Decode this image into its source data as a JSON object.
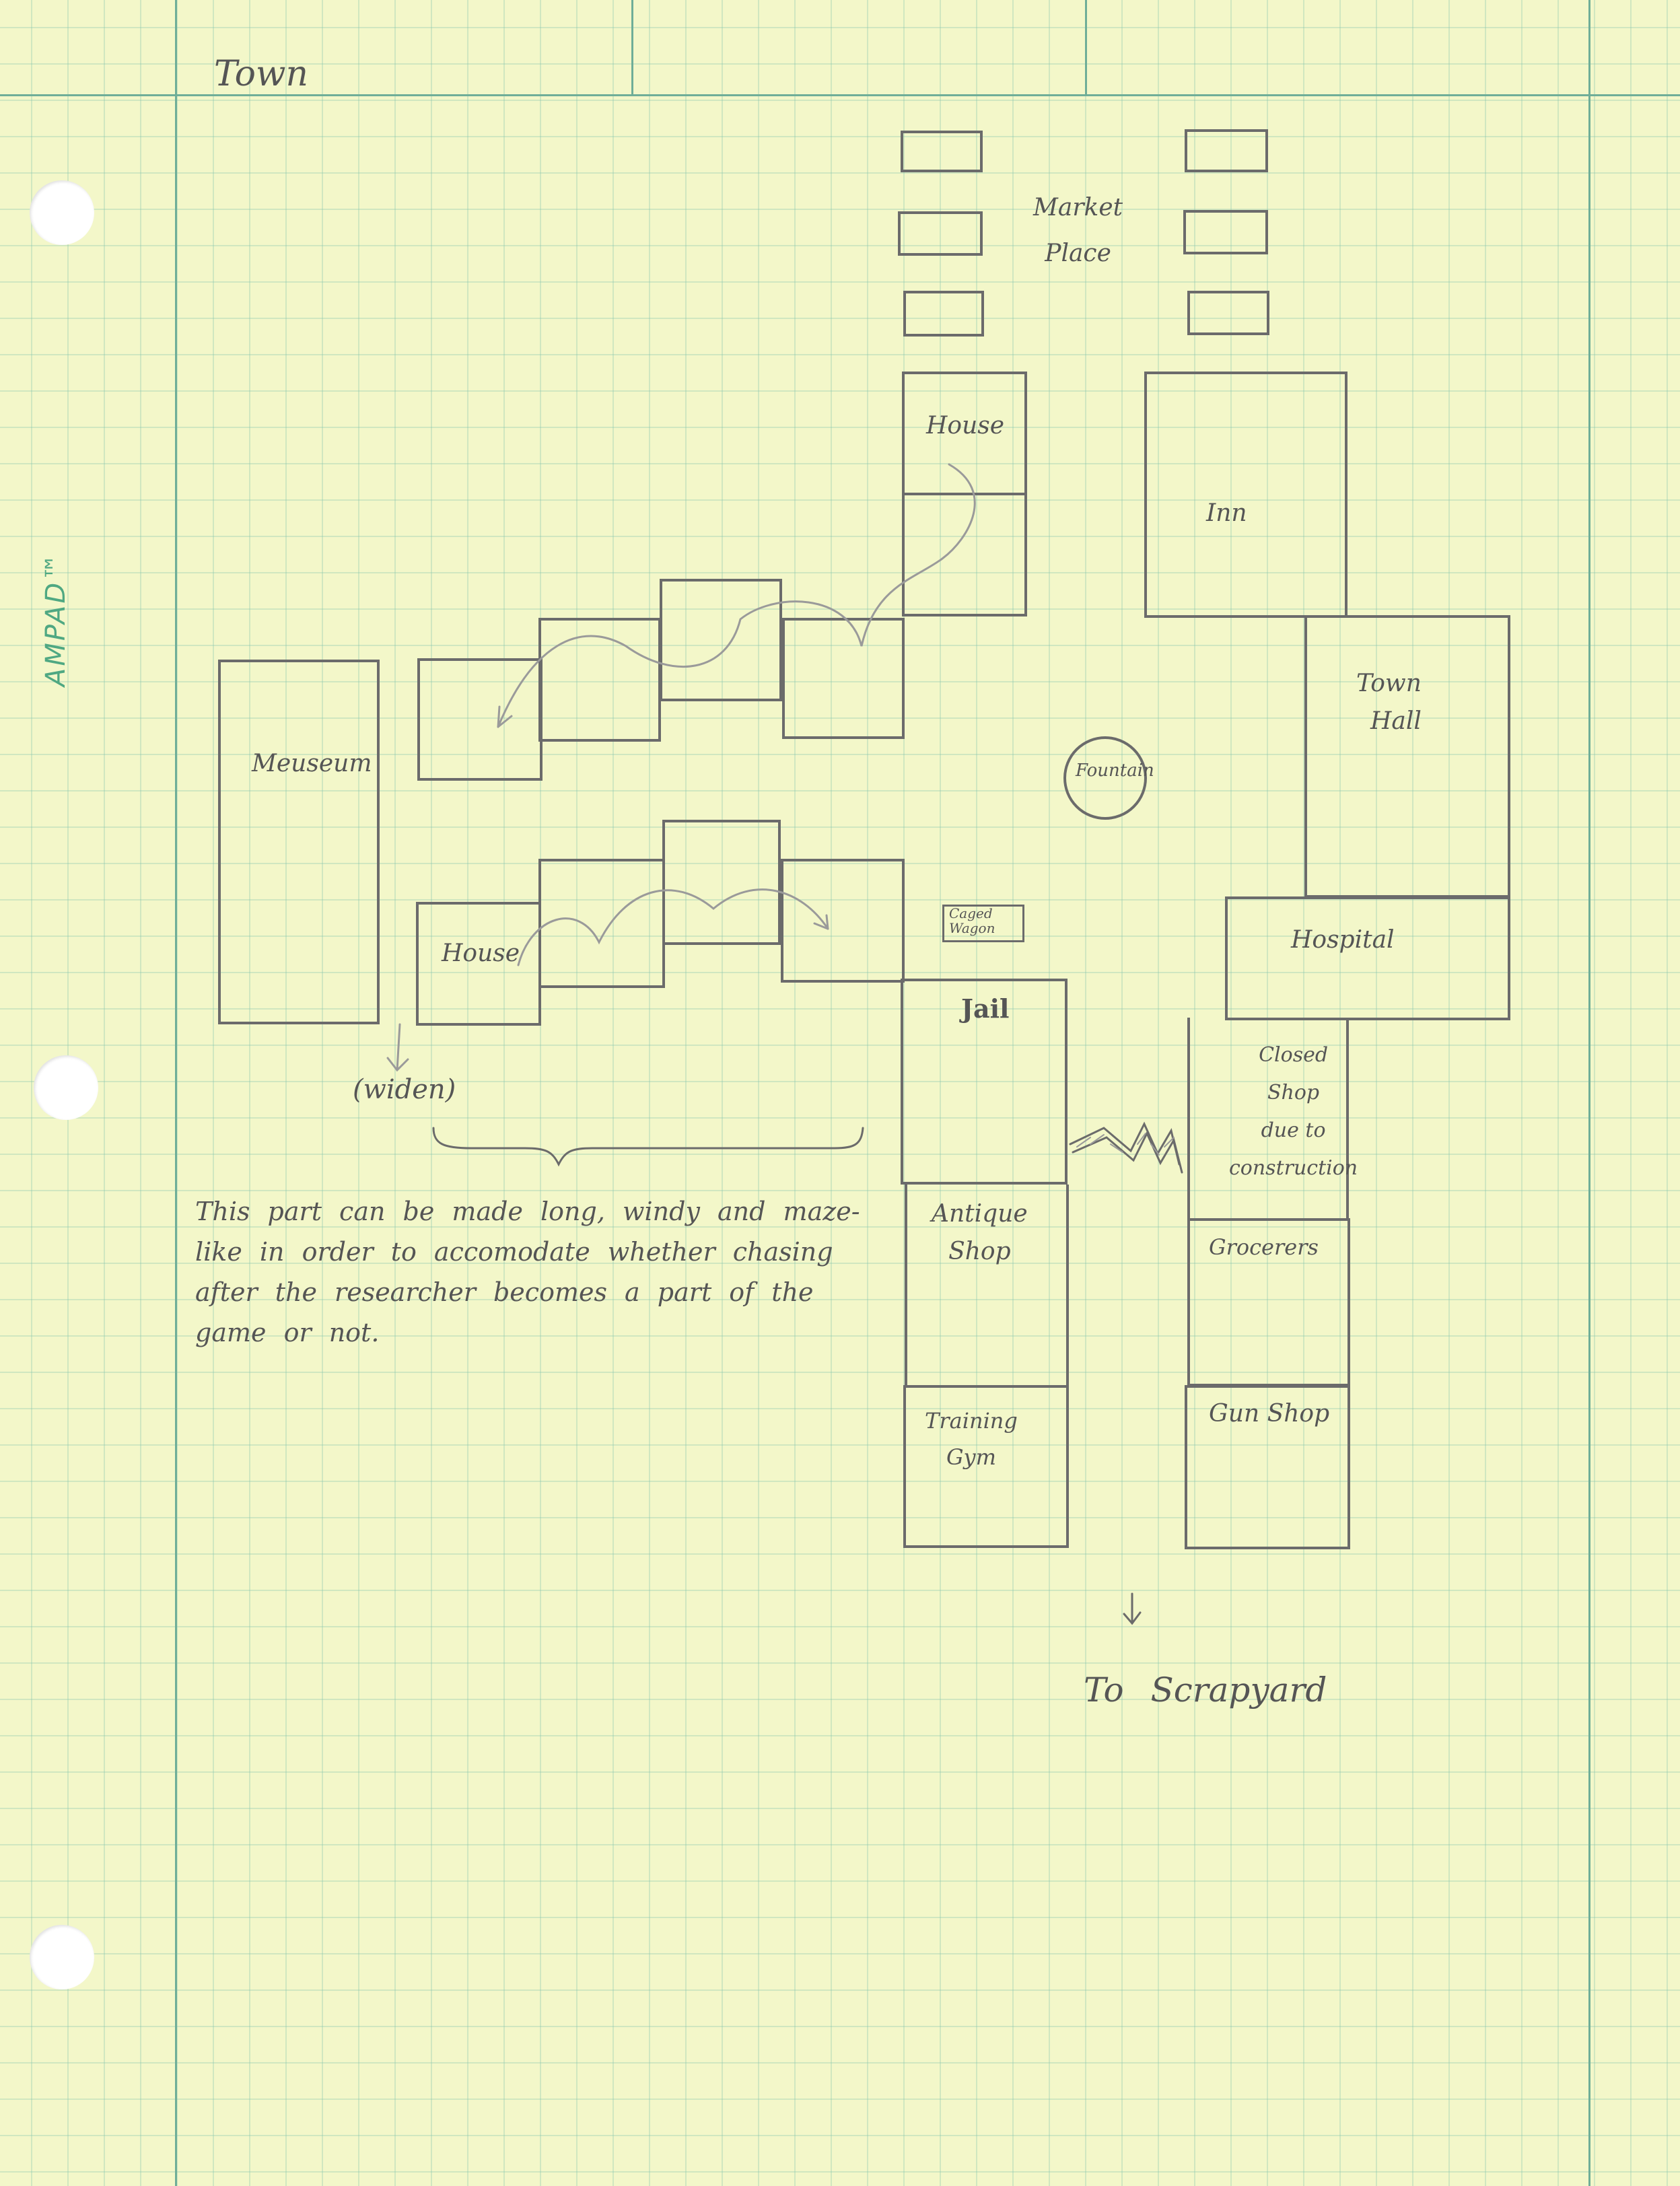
{
  "header": {
    "title": "Town"
  },
  "brand": "AMPAD™",
  "map": {
    "market_place": "Market\nPlace",
    "house_top": "House",
    "inn": "Inn",
    "town_hall": "Town\nHall",
    "museum": "Meuseum",
    "fountain": "Fountain",
    "house_left": "House",
    "caged_wagon": "Caged\nWagon",
    "hospital": "Hospital",
    "jail": "Jail",
    "closed_shop": "Closed\nShop\ndue to\nconstruction",
    "antique_shop": "Antique\nShop",
    "grocerers": "Grocerers",
    "training_gym": "Training\nGym",
    "gun_shop": "Gun Shop",
    "widen": "(widen)",
    "to_scrapyard": "To Scrapyard"
  },
  "note": "This part can be made long, windy and maze-like in order to accomodate whether chasing after the researcher becomes a part of the game or not."
}
